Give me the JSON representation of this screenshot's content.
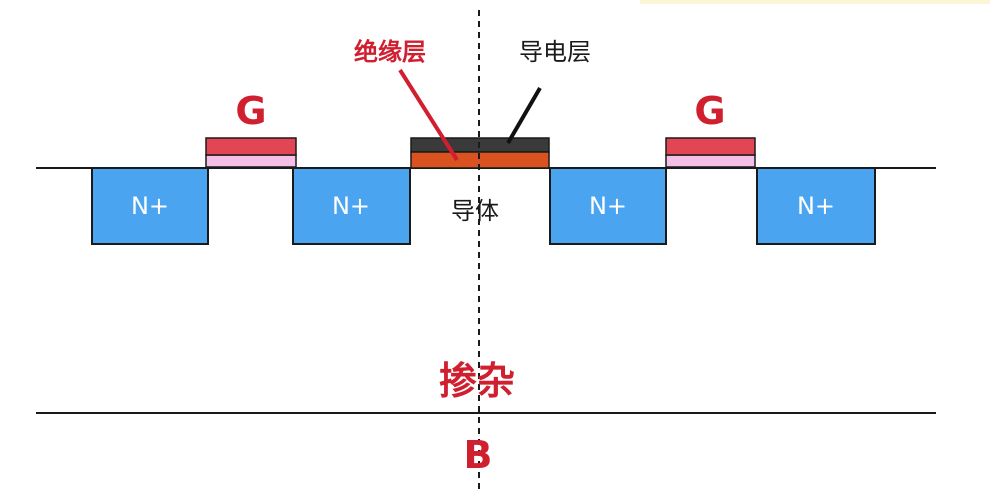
{
  "labels": {
    "insulator": "绝缘层",
    "conductor_layer": "导电层",
    "gate_left": "G",
    "gate_right": "G",
    "channel": "导体",
    "doping": "掺杂",
    "body": "B"
  },
  "regions": {
    "n1": "N+",
    "n2": "N+",
    "n3": "N+",
    "n4": "N+"
  },
  "colors": {
    "n_region": "#4aa4ef",
    "gate_top": "#e24654",
    "gate_bottom": "#f4bfe6",
    "insulator_layer": "#d9521f",
    "conductor_top": "#3a3a3a",
    "accent_red": "#d01f2f",
    "line": "#1a1a1a"
  }
}
